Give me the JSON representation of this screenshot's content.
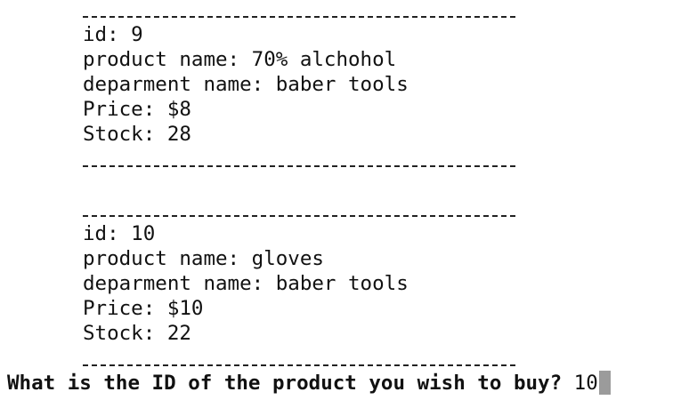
{
  "records": [
    {
      "id_line": "id: 9",
      "product_line": "product name: 70% alchohol",
      "department_line": "deparment name: baber tools",
      "price_line": "Price: $8",
      "stock_line": "Stock: 28"
    },
    {
      "id_line": "id: 10",
      "product_line": "product name: gloves",
      "department_line": "deparment name: baber tools",
      "price_line": "Price: $10",
      "stock_line": "Stock: 22"
    }
  ],
  "prompt": {
    "question": "What is the ID of the product you wish to buy? ",
    "input_value": "10"
  }
}
